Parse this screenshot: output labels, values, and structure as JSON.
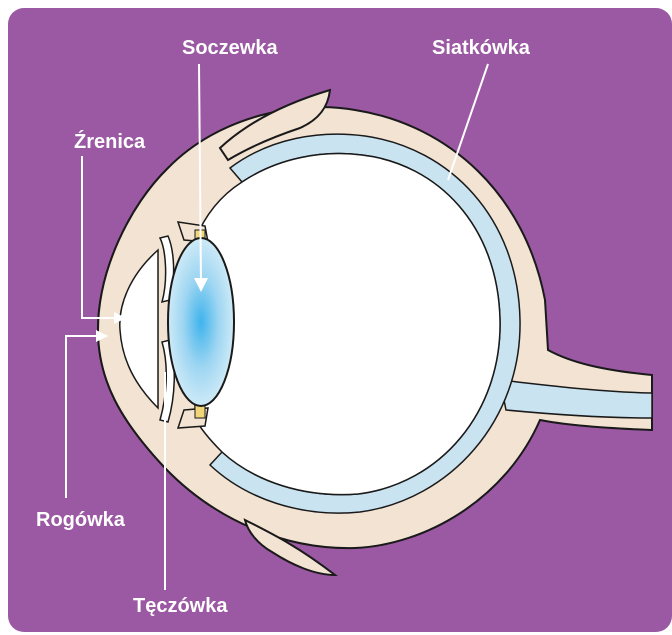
{
  "labels": {
    "lens": "Soczewka",
    "retina": "Siatkówka",
    "pupil": "Źrenica",
    "cornea": "Rogówka",
    "iris": "Tęczówka"
  },
  "colors": {
    "background": "#9b59a3",
    "sclera": "#f3e3d3",
    "cornea_tint": "#e8cfd3",
    "retina_fluid": "#c9e3f0",
    "lens_edge": "#bfe2f3",
    "lens_center": "#4fb7ea",
    "ciliary": "#f0d678",
    "interior": "#ffffff",
    "outline": "#1a1a1a",
    "pointer": "#ffffff"
  }
}
